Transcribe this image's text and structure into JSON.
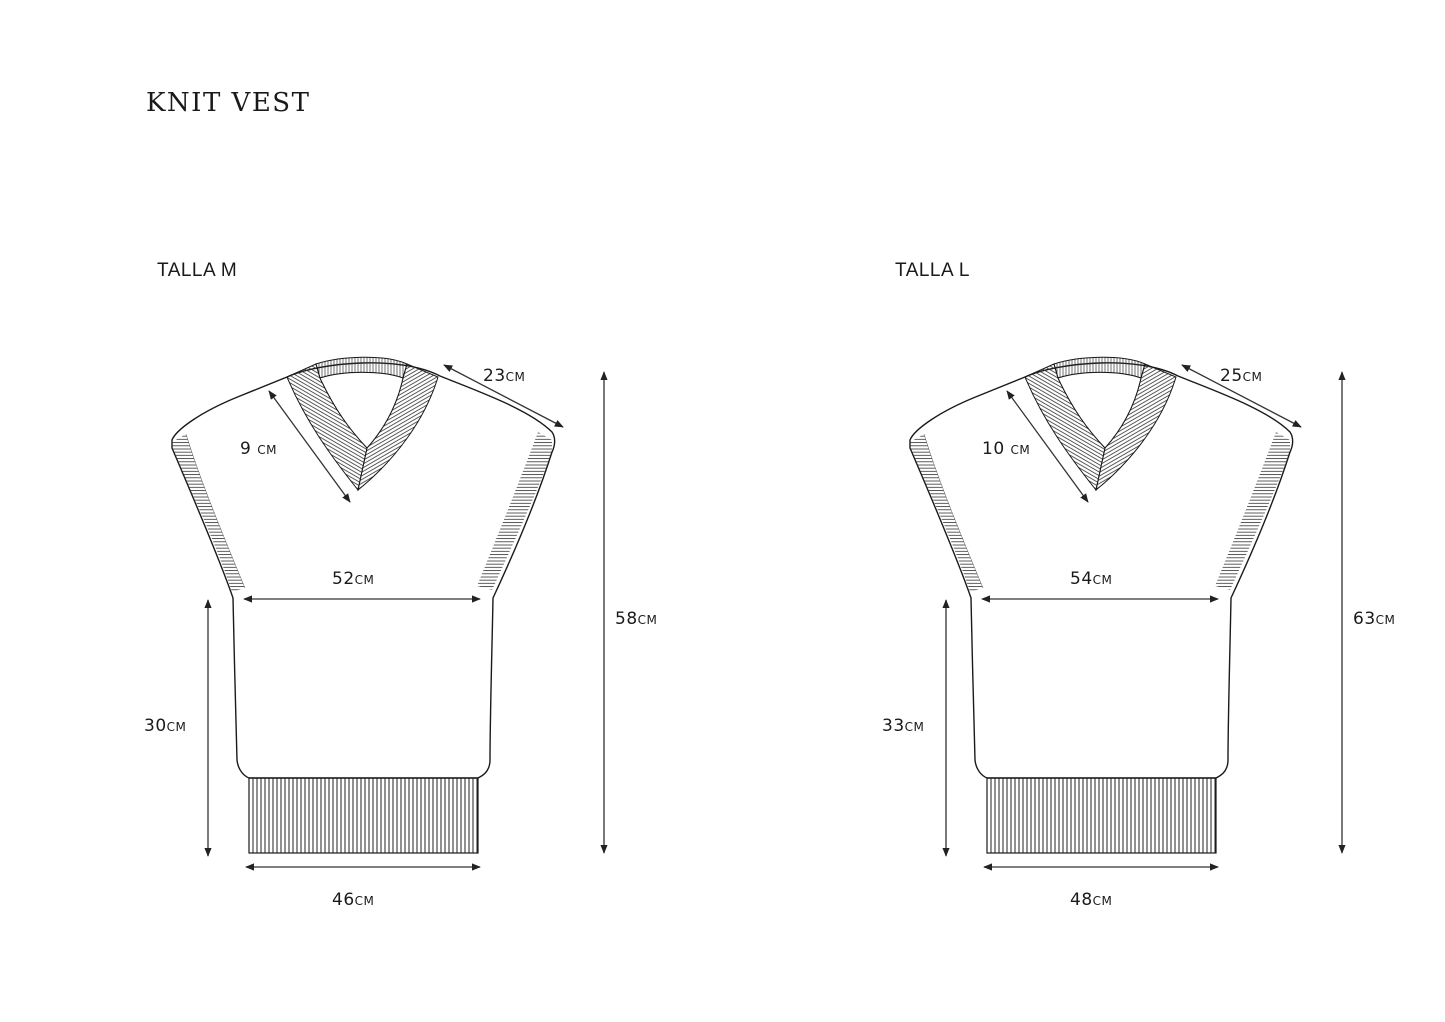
{
  "title": "KNIT VEST",
  "sizes": [
    {
      "label": "TALLA M",
      "measurements": {
        "shoulder": "23cm",
        "neck_depth": "9 cm",
        "chest": "52cm",
        "total_length": "58cm",
        "body_length": "30cm",
        "hem": "46cm"
      }
    },
    {
      "label": "TALLA L",
      "measurements": {
        "shoulder": "25cm",
        "neck_depth": "10 cm",
        "chest": "54cm",
        "total_length": "63cm",
        "body_length": "33cm",
        "hem": "48cm"
      }
    }
  ],
  "colors": {
    "line": "#1a1a1a",
    "background": "#ffffff"
  }
}
